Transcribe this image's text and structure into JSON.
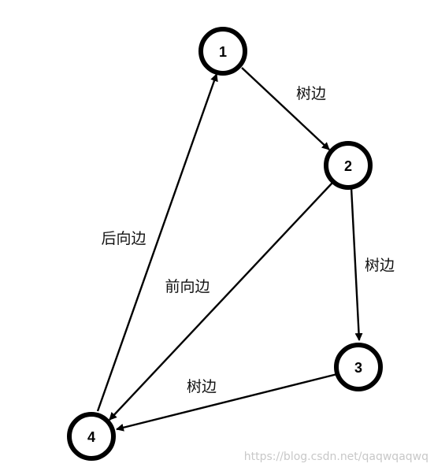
{
  "nodes": [
    {
      "id": "1",
      "label": "1"
    },
    {
      "id": "2",
      "label": "2"
    },
    {
      "id": "3",
      "label": "3"
    },
    {
      "id": "4",
      "label": "4"
    }
  ],
  "edges": [
    {
      "from": "1",
      "to": "2",
      "label": "树边"
    },
    {
      "from": "2",
      "to": "3",
      "label": "树边"
    },
    {
      "from": "3",
      "to": "4",
      "label": "树边"
    },
    {
      "from": "2",
      "to": "4",
      "label": "前向边"
    },
    {
      "from": "4",
      "to": "1",
      "label": "后向边"
    }
  ],
  "watermark": "https://blog.csdn.net/qaqwqaqwq",
  "colors": {
    "stroke": "#000000",
    "background": "#ffffff",
    "watermark": "#c8c8c8"
  }
}
